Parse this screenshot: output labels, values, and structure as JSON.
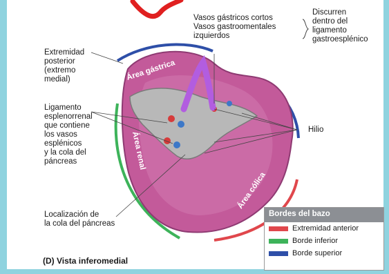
{
  "labels": {
    "extremidad": "Extremidad\nposterior\n(extremo\nmedial)",
    "vasos": "Vasos gástricos cortos\nVasos gastroomentales\nizquierdos",
    "discurren": "Discurren\ndentro del\nligamento\ngastroesplénico",
    "ligamento": "Ligamento\nesplenorrenal\nque contiene\nlos vasos\nesplénicos\ny la cola del\npáncreas",
    "hilio": "Hilio",
    "localizacion": "Localización de\nla cola del páncreas",
    "area_gastrica": "Área gástrica",
    "area_renal": "Área renal",
    "area_colica": "Área cólica"
  },
  "view_title": "(D) Vista inferomedial",
  "legend": {
    "title": "Bordes del bazo",
    "items": [
      {
        "label": "Extremidad anterior",
        "color": "#e0474c"
      },
      {
        "label": "Borde inferior",
        "color": "#3db35a"
      },
      {
        "label": "Borde superior",
        "color": "#2e4fa8"
      }
    ]
  },
  "colors": {
    "spleen": "#c35a9a",
    "spleen_dark": "#8e3a72",
    "hilum": "#b8b8b8",
    "annotation_red": "#e02020",
    "annotation_purple": "#b25de0"
  }
}
